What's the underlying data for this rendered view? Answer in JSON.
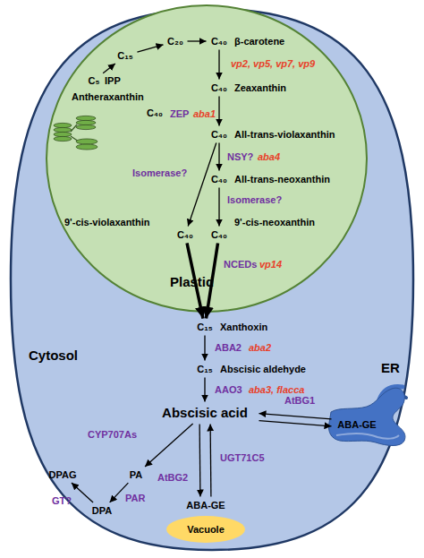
{
  "diagram": {
    "nodes": [
      {
        "text": [
          "Cytosol"
        ]
      },
      {
        "text": [
          "Plastid"
        ],
        "in": 0
      },
      {
        "text": [
          "C₅",
          "IPP"
        ],
        "in": 1
      },
      {
        "text": [
          "C₁₅"
        ],
        "in": 1
      },
      {
        "text": [
          "C₂₀"
        ],
        "in": 1
      },
      {
        "text": [
          "C₄₀",
          "β-carotene"
        ],
        "in": 1
      },
      {
        "text": [
          "C₄₀",
          "Zeaxanthin"
        ],
        "in": 1
      },
      {
        "text": [
          "Antheraxanthin",
          "C₄₀"
        ],
        "in": 1
      },
      {
        "text": [
          "C₄₀",
          "All-trans-violaxanthin"
        ],
        "in": 1
      },
      {
        "text": [
          "C₄₀",
          "All-trans-neoxanthin"
        ],
        "in": 1
      },
      {
        "text": [
          "9'-cis-violaxanthin",
          "C₄₀"
        ],
        "in": 1
      },
      {
        "text": [
          "C₄₀",
          "9'-cis-neoxanthin"
        ],
        "in": 1
      },
      {
        "text": [
          "C₁₅",
          "Xanthoxin"
        ],
        "in": 0
      },
      {
        "text": [
          "C₁₅",
          "Abscisic aldehyde"
        ],
        "in": 0
      },
      {
        "text": [
          "Abscisic acid"
        ],
        "in": 0
      },
      {
        "text": [
          "ER"
        ],
        "in": 0
      },
      {
        "text": [
          "ABA-GE"
        ],
        "in": 15
      },
      {
        "text": [
          "PA"
        ],
        "in": 0
      },
      {
        "text": [
          "DPA"
        ],
        "in": 0
      },
      {
        "text": [
          "DPAG"
        ],
        "in": 0
      },
      {
        "text": [
          "ABA-GE"
        ],
        "in": 0
      },
      {
        "text": [
          "Vacuole"
        ],
        "in": 0
      }
    ],
    "edges": [
      {
        "from": 2,
        "to": 3,
        "arrow": "to"
      },
      {
        "from": 3,
        "to": 4,
        "arrow": "to"
      },
      {
        "from": 4,
        "to": 5,
        "arrow": "to"
      },
      {
        "from": 5,
        "to": 6,
        "arrow": "to"
      },
      {
        "from": 6,
        "to": 8,
        "arrow": "to",
        "label": "ZEP"
      },
      {
        "from": 8,
        "to": 9,
        "arrow": "to",
        "label": "NSY?"
      },
      {
        "from": 8,
        "to": 10,
        "arrow": "to",
        "label": "Isomerase?"
      },
      {
        "from": 9,
        "to": 11,
        "arrow": "to",
        "label": "Isomerase?"
      },
      {
        "from": 10,
        "to": 12,
        "arrow": "to",
        "label": "NCEDs"
      },
      {
        "from": 11,
        "to": 12,
        "arrow": "to"
      },
      {
        "from": 12,
        "to": 13,
        "arrow": "to",
        "label": "ABA2"
      },
      {
        "from": 13,
        "to": 14,
        "arrow": "to",
        "label": "AAO3"
      },
      {
        "from": 14,
        "to": 17,
        "arrow": "to",
        "label": "CYP707As"
      },
      {
        "from": 17,
        "to": 18,
        "arrow": "to",
        "label": "PAR"
      },
      {
        "from": 18,
        "to": 19,
        "arrow": "to",
        "label": "GT?"
      },
      {
        "from": 14,
        "to": 16,
        "arrow": "to"
      },
      {
        "from": 16,
        "to": 14,
        "arrow": "to",
        "label": "AtBG1"
      },
      {
        "from": 14,
        "to": 20,
        "arrow": "to",
        "label": "UGT71C5"
      },
      {
        "from": 20,
        "to": 14,
        "arrow": "to",
        "label": "AtBG2"
      }
    ],
    "labels": [
      "vp2, vp5, vp7, vp9",
      "aba1",
      "aba4",
      "vp14",
      "aba2",
      "aba3, flacca"
    ]
  }
}
